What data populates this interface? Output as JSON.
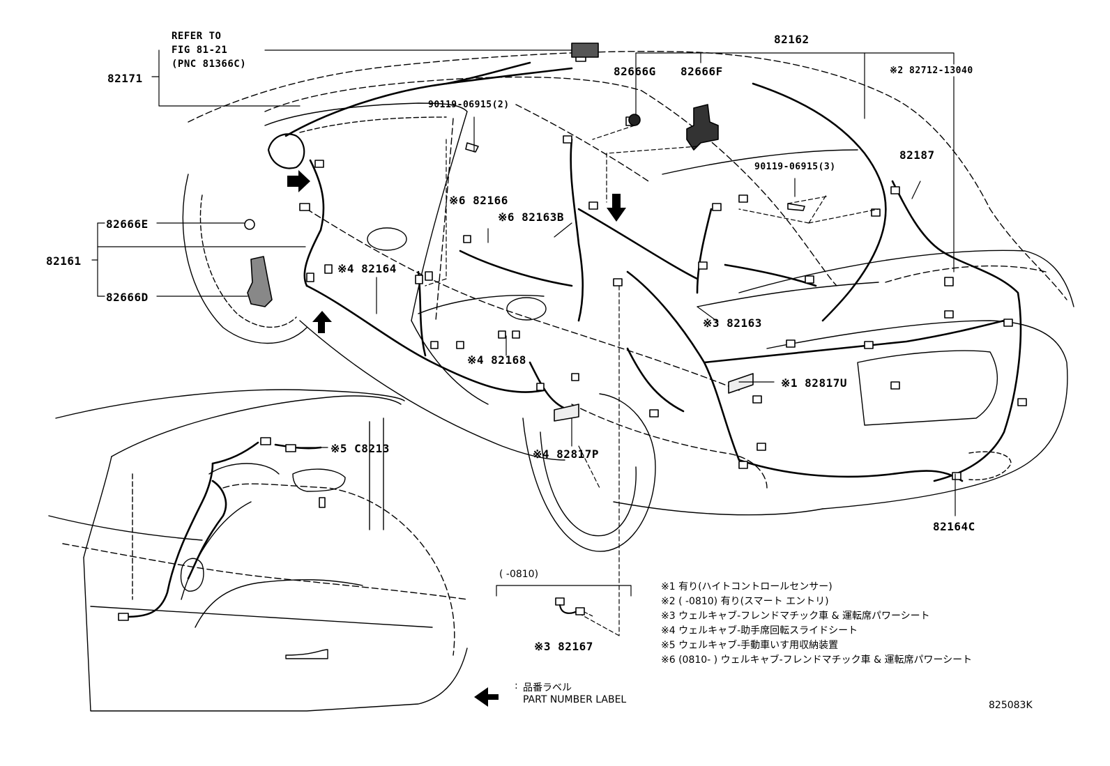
{
  "refer": {
    "line1": "REFER TO",
    "line2": "FIG 81-21",
    "line3": "(PNC 81366C)"
  },
  "parts": {
    "p82171": "82171",
    "p82162": "82162",
    "p82666G": "82666G",
    "p82666F": "82666F",
    "p82712": "※2 82712-13040",
    "p90119_2": "90119-06915(2)",
    "p90119_3": "90119-06915(3)",
    "p82187": "82187",
    "p82666E": "82666E",
    "p82161": "82161",
    "p82666D": "82666D",
    "p82166": "※6 82166",
    "p82163B": "※6 82163B",
    "p82164": "※4 82164",
    "p82163": "※3 82163",
    "p82168": "※4 82168",
    "p82817U": "※1 82817U",
    "p82817P": "※4 82817P",
    "p82164C": "82164C",
    "pC8213": "※5 C8213",
    "p82167": "※3 82167",
    "range0810": "(      -0810)"
  },
  "notes": [
    "※1 有り(ハイトコントロールセンサー)",
    "※2 (      -0810) 有り(スマート エントリ)",
    "※3 ウェルキャブ-フレンドマチック車 & 運転席パワーシート",
    "※4 ウェルキャブ-助手席回転スライドシート",
    "※5 ウェルキャブ-手動車いす用収納装置",
    "※6 (0810-      ) ウェルキャブ-フレンドマチック車 & 運転席パワーシート"
  ],
  "legend": {
    "label_jp": "品番ラベル",
    "label_en": "PART NUMBER LABEL"
  },
  "figure_id": "825083K"
}
